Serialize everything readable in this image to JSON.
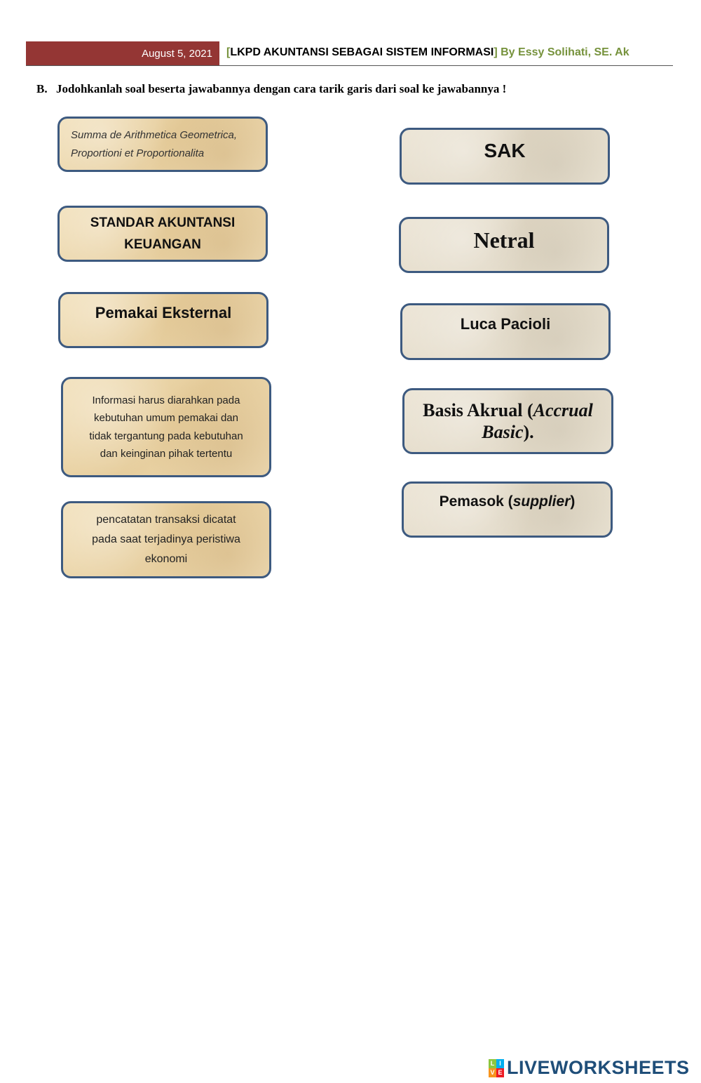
{
  "header": {
    "date": "August 5, 2021",
    "open_bracket": "[",
    "title": "LKPD AKUNTANSI SEBAGAI SISTEM INFORMASI",
    "close_bracket": "]",
    "author": " By Essy Solihati, SE. Ak"
  },
  "instruction": {
    "number": "B.",
    "text": "Jodohkanlah soal beserta jawabannya dengan cara tarik garis dari soal ke jawabannya !"
  },
  "questions": [
    {
      "lines": [
        "Summa de Arithmetica Geometrica,",
        "Proportioni et Proportionalita"
      ]
    },
    {
      "lines": [
        "STANDAR AKUNTANSI",
        "KEUANGAN"
      ]
    },
    {
      "lines": [
        "Pemakai Eksternal"
      ]
    },
    {
      "lines": [
        "Informasi harus diarahkan pada",
        "kebutuhan umum pemakai dan",
        "tidak tergantung pada kebutuhan",
        "dan keinginan pihak tertentu"
      ]
    },
    {
      "lines": [
        "pencatatan transaksi dicatat",
        "pada saat terjadinya peristiwa",
        "ekonomi"
      ]
    }
  ],
  "answers": {
    "a1": "SAK",
    "a2": "Netral",
    "a3": "Luca Pacioli",
    "a4": {
      "part1": "Basis Akrual (",
      "italic1": "Accrual",
      "italic2": "Basic",
      "part2": ")."
    },
    "a5": {
      "part1": "Pemasok (",
      "italic": "supplier",
      "part2": ")"
    }
  },
  "footer": {
    "logo_text": "LIVEWORKSHEETS",
    "logo_letters": [
      "L",
      "I",
      "V",
      "E"
    ],
    "logo_colors": [
      "#8dc63f",
      "#00aeef",
      "#f7941d",
      "#ed1c24"
    ]
  }
}
